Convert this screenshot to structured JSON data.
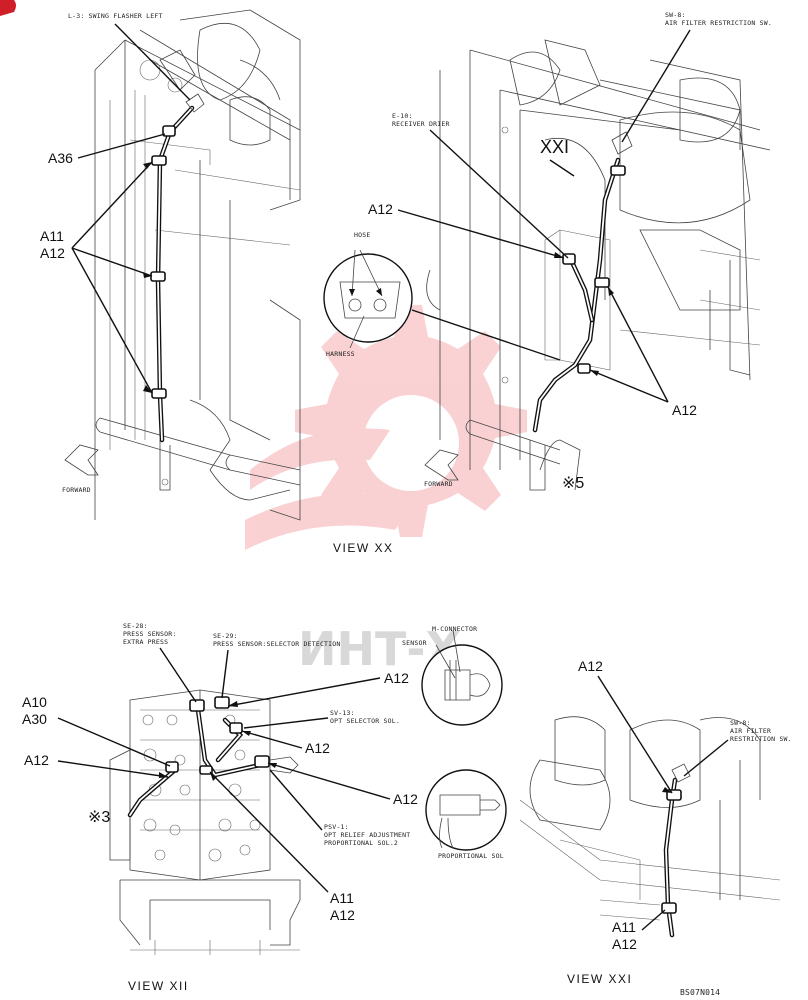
{
  "views": {
    "xx": {
      "title": "VIEW XX",
      "component_label": "L-3: SWING FLASHER LEFT",
      "callouts": {
        "a36": "A36",
        "a11": "A11",
        "a12": "A12"
      },
      "forward_label": "FORWARD"
    },
    "xx_right": {
      "section_mark": "XXI",
      "component_sw8": "SW-8:",
      "component_sw8_desc": "AIR FILTER RESTRICTION SW.",
      "component_e10": "E-10:",
      "component_e10_desc": "RECEIVER DRIER",
      "callouts": {
        "a12_top": "A12",
        "a12_bottom": "A12"
      },
      "inset": {
        "hose": "HOSE",
        "harness": "HARNESS"
      },
      "forward_label": "FORWARD",
      "mark5": "※5"
    },
    "xii": {
      "title": "VIEW XII",
      "se28": "SE-28:",
      "se28_desc1": "PRESS SENSOR:",
      "se28_desc2": "EXTRA PRESS",
      "se29": "SE-29:",
      "se29_desc": "PRESS SENSOR:SELECTOR DETECTION",
      "sv13": "SV-13:",
      "sv13_desc": "OPT SELECTOR SOL.",
      "psv1": "PSV-1:",
      "psv1_desc1": "OPT RELIEF ADJUSTMENT",
      "psv1_desc2": "PROPORTIONAL SOL.2",
      "callouts": {
        "a12_top": "A12",
        "a12_mid": "A12",
        "a12_right": "A12",
        "a12_left": "A12",
        "a10": "A10",
        "a30": "A30",
        "a11": "A11",
        "a12_bottom": "A12"
      },
      "mark3": "※3",
      "inset_connector": {
        "m_connector": "M-CONNECTOR",
        "sensor": "SENSOR"
      },
      "inset_sol": {
        "proportional_sol": "PROPORTIONAL SOL"
      }
    },
    "xxi": {
      "title": "VIEW XXI",
      "sw8": "SW-8:",
      "sw8_desc1": "AIR FILTER",
      "sw8_desc2": "RESTRICTION SW.",
      "callouts": {
        "a12": "A12",
        "a11": "A11",
        "a12_bottom": "A12"
      }
    }
  },
  "watermark": "ИНТ-Х",
  "drawing_code": "BS07N014",
  "colors": {
    "watermark_red": "#e8323a",
    "line": "#111111"
  }
}
